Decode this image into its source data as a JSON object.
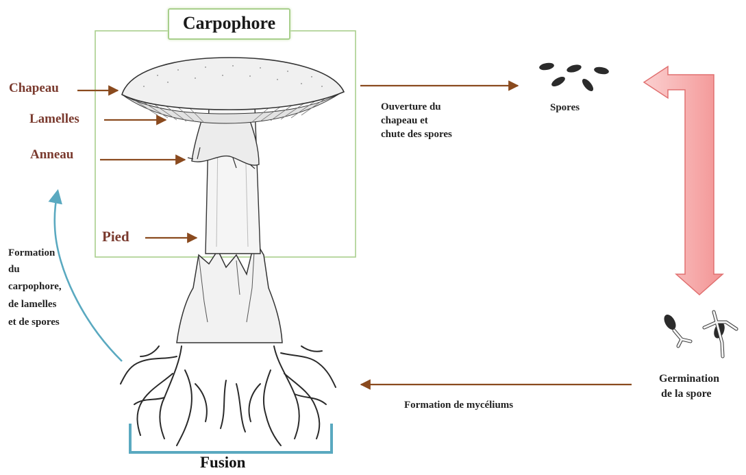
{
  "title": "Carpophore",
  "parts": {
    "chapeau": "Chapeau",
    "lamelles": "Lamelles",
    "anneau": "Anneau",
    "pied": "Pied"
  },
  "stages": {
    "ouverture": [
      "Ouverture du",
      "chapeau et",
      "chute des spores"
    ],
    "spores": "Spores",
    "germination": [
      "Germination",
      "de la spore"
    ],
    "mycelium": "Formation de mycéliums",
    "formation": [
      "Formation",
      "du",
      "carpophore,",
      "de lamelles",
      "et de spores"
    ],
    "fusion": "Fusion"
  },
  "colors": {
    "label_brown": "#7a3a2e",
    "arrow_brown": "#8a4a1e",
    "frame_green": "#a8cf8c",
    "cycle_arrow_fill": "#f6a4a4",
    "cycle_arrow_stroke": "#e07070",
    "curve_blue": "#5aa9c0",
    "bracket_blue": "#5aa9c0"
  }
}
